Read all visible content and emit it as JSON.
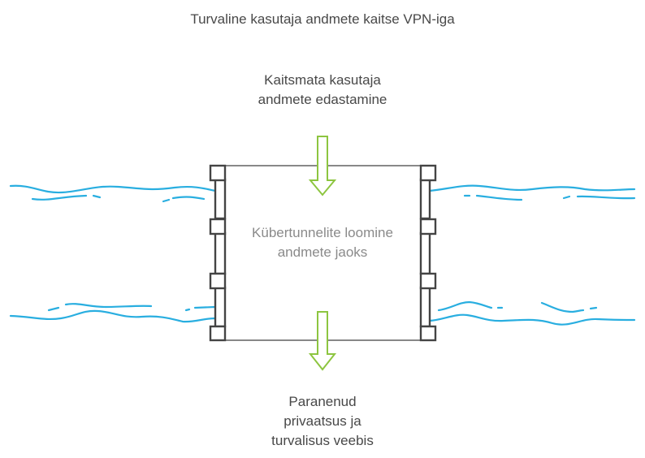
{
  "title": "Turvaline kasutaja andmete kaitse VPN-iga",
  "input_label": "Kaitsmata kasutaja andmete edastamine",
  "process_label": "Kübertunnelite loomine andmete jaoks",
  "output_label": "Paranenud privaatsus ja turvalisus veebis",
  "colors": {
    "text": "#484848",
    "process_text": "#8a8a8a",
    "arrow": "#8dc540",
    "water": "#29aee0",
    "frame": "#444444",
    "box_edge": "#888888"
  }
}
